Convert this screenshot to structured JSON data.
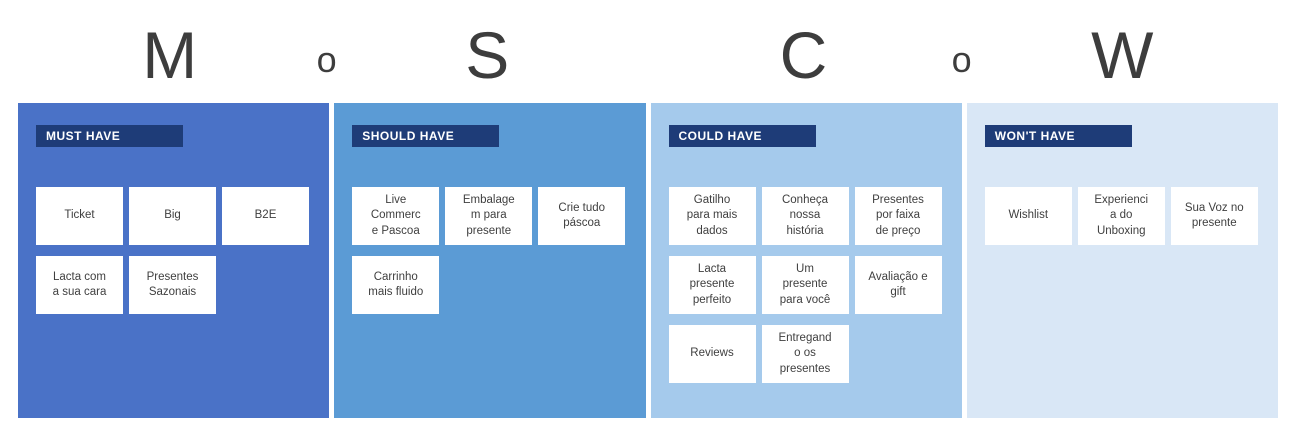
{
  "title": {
    "letters": [
      {
        "char": "M",
        "size": "big"
      },
      {
        "char": "o",
        "size": "small"
      },
      {
        "char": "S",
        "size": "big"
      },
      {
        "char": "C",
        "size": "big"
      },
      {
        "char": "o",
        "size": "small"
      },
      {
        "char": "W",
        "size": "big"
      }
    ]
  },
  "theme": {
    "header_bg": "#1E3C78",
    "letter_color": "#3D3D3D",
    "card_bg": "#FFFFFF",
    "card_text": "#3F3F3F",
    "column_colors": [
      "#4A72C7",
      "#5B9BD5",
      "#A5CAEC",
      "#D9E7F6"
    ]
  },
  "columns": [
    {
      "id": "must-have",
      "label": "MUST HAVE",
      "bg": "#4A72C7",
      "cards": [
        "Ticket",
        "Big",
        "B2E",
        "Lacta com\na sua cara",
        "Presentes\nSazonais"
      ]
    },
    {
      "id": "should-have",
      "label": "SHOULD HAVE",
      "bg": "#5B9BD5",
      "cards": [
        "Live\nCommerc\ne Pascoa",
        "Embalage\nm para\npresente",
        "Crie tudo\npáscoa",
        "Carrinho\nmais fluido"
      ]
    },
    {
      "id": "could-have",
      "label": "COULD HAVE",
      "bg": "#A5CAEC",
      "cards": [
        "Gatilho\npara mais\ndados",
        "Conheça\nnossa\nhistória",
        "Presentes\npor faixa\nde preço",
        "Lacta\npresente\nperfeito",
        "Um\npresente\npara você",
        "Avaliação e\ngift",
        "Reviews",
        "Entregand\no os\npresentes"
      ]
    },
    {
      "id": "wont-have",
      "label": "WON'T HAVE",
      "bg": "#D9E7F6",
      "cards": [
        "Wishlist",
        "Experienci\na do\nUnboxing",
        "Sua Voz no\npresente"
      ]
    }
  ]
}
